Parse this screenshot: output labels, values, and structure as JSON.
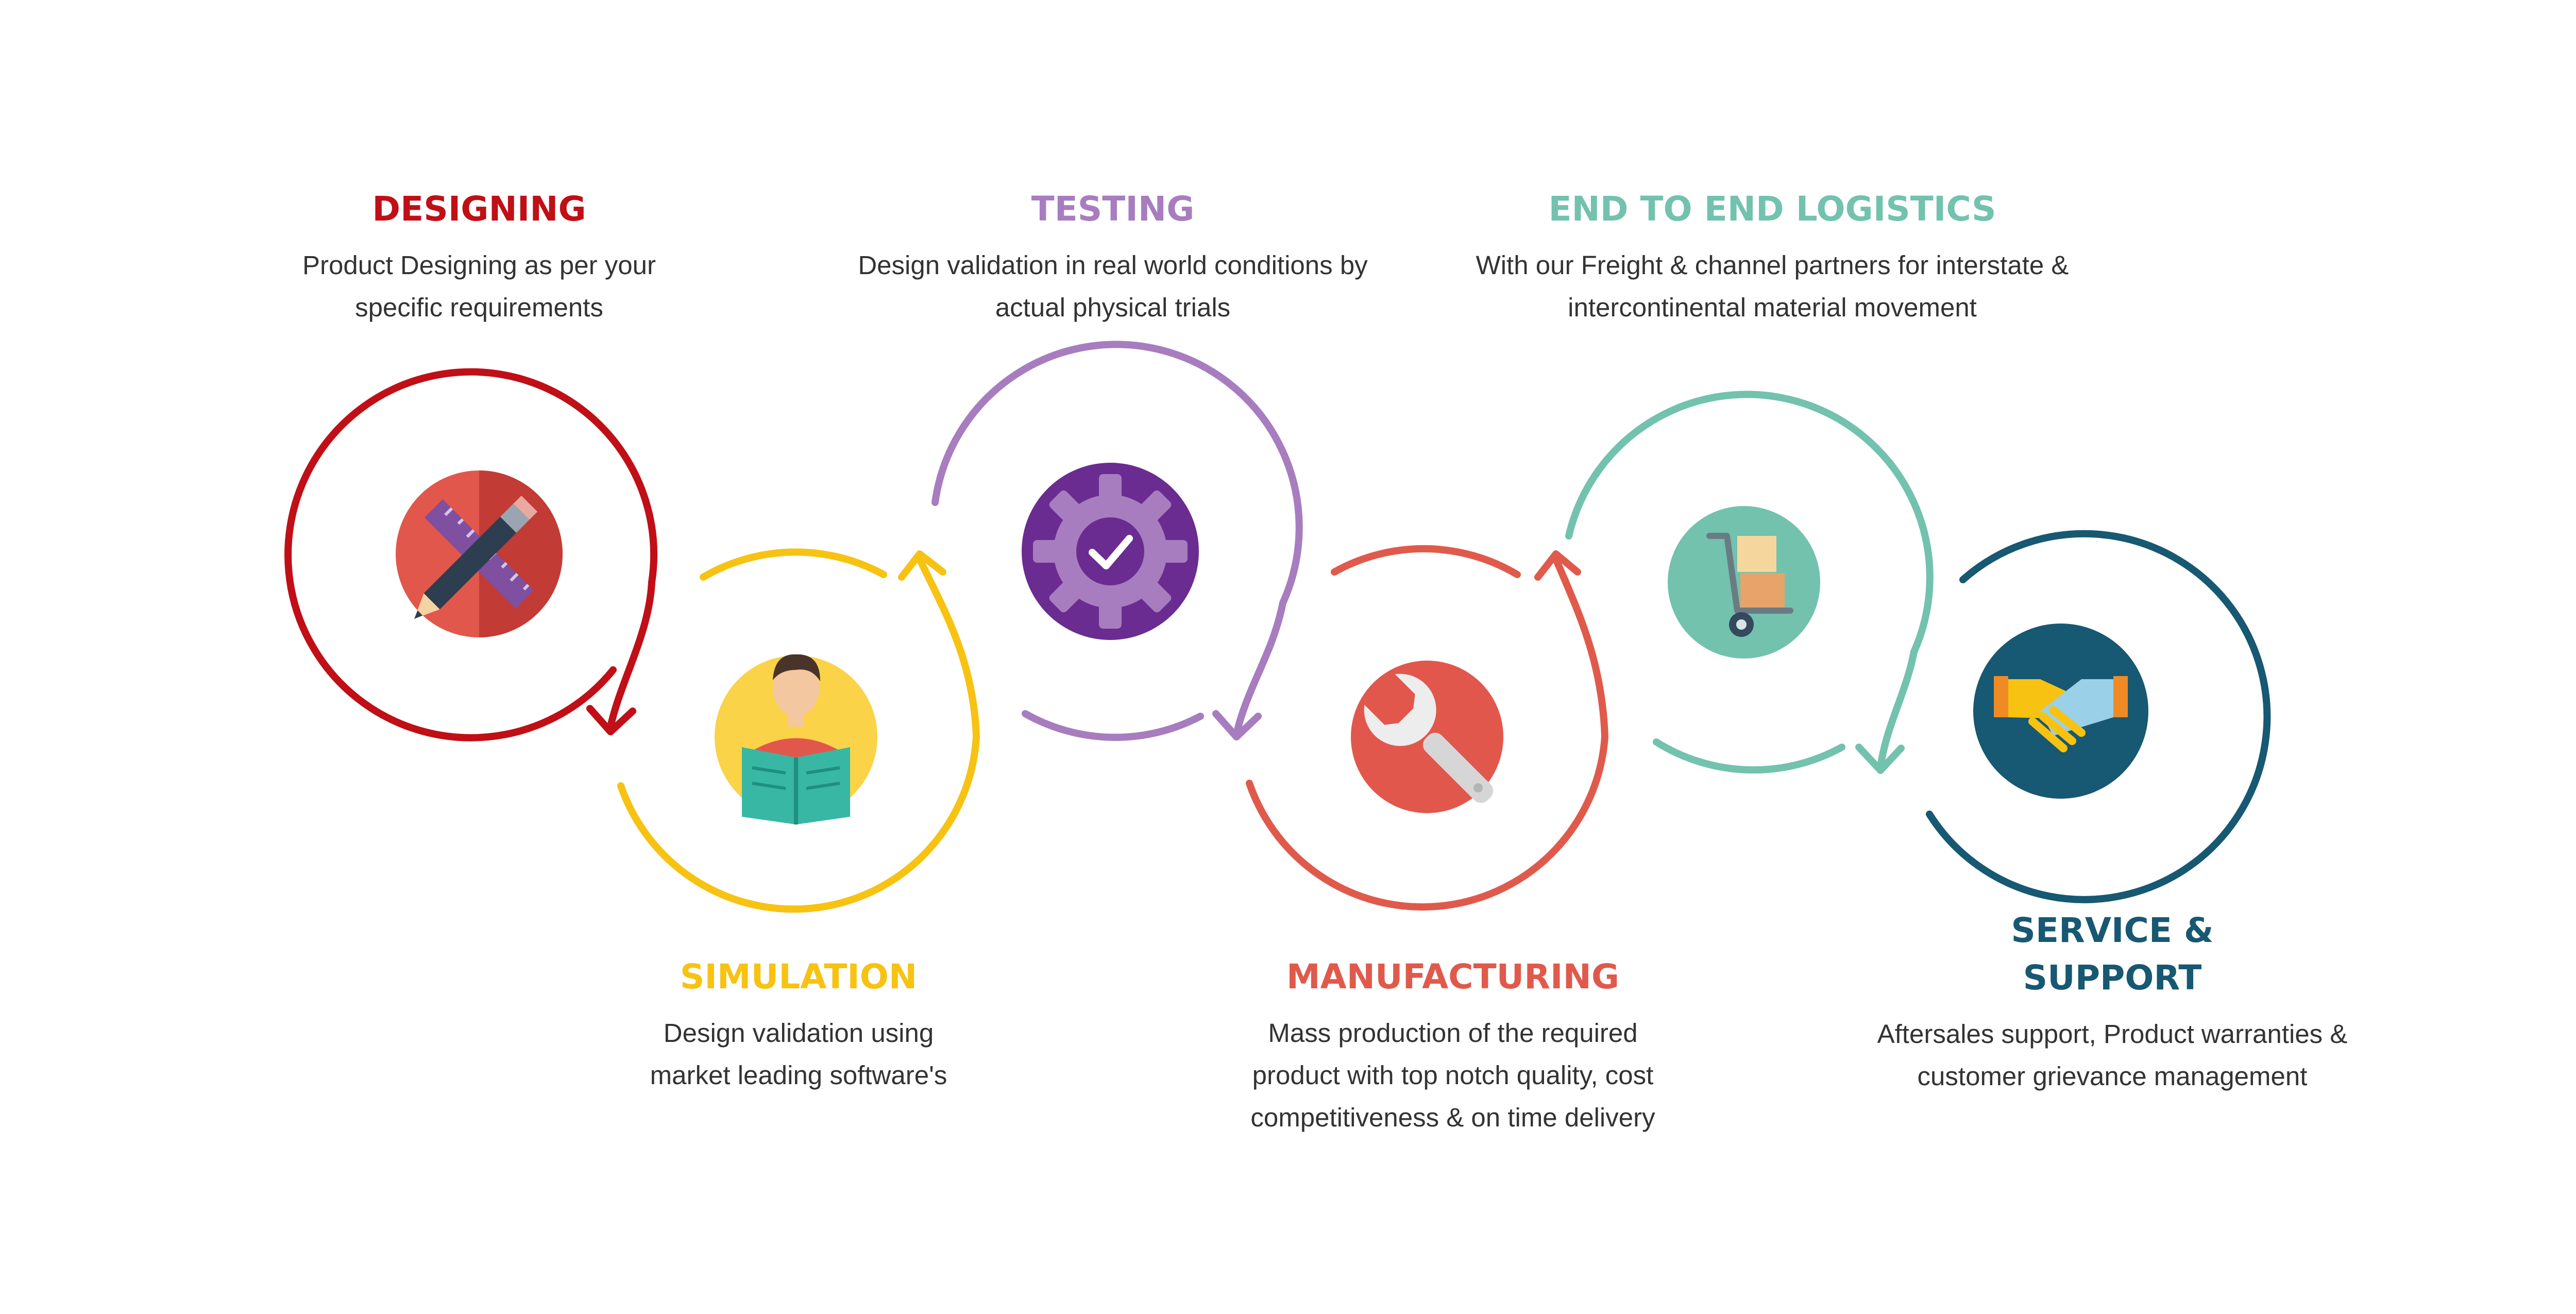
{
  "stages": [
    {
      "title": "DESIGNING",
      "description": "Product Designing as per your specific requirements",
      "color": "#C00F16",
      "icon": "ruler-pencil-icon"
    },
    {
      "title": "SIMULATION",
      "description": "Design validation using market leading software's",
      "color": "#F7C211",
      "icon": "person-reading-icon"
    },
    {
      "title": "TESTING",
      "description": "Design validation in real world conditions by actual physical trials",
      "color": "#A77DBF",
      "icon": "gear-check-icon"
    },
    {
      "title": "MANUFACTURING",
      "description": "Mass production of the required product with top notch quality, cost competitiveness & on time delivery",
      "color": "#E05A4C",
      "icon": "wrench-icon"
    },
    {
      "title": "END TO END LOGISTICS",
      "description": "With our Freight & channel partners for interstate & intercontinental material movement",
      "color": "#72C2AE",
      "icon": "hand-truck-icon"
    },
    {
      "title": "SERVICE & SUPPORT",
      "description": "Aftersales support, Product warranties & customer grievance management",
      "color": "#175872",
      "icon": "handshake-icon"
    }
  ]
}
